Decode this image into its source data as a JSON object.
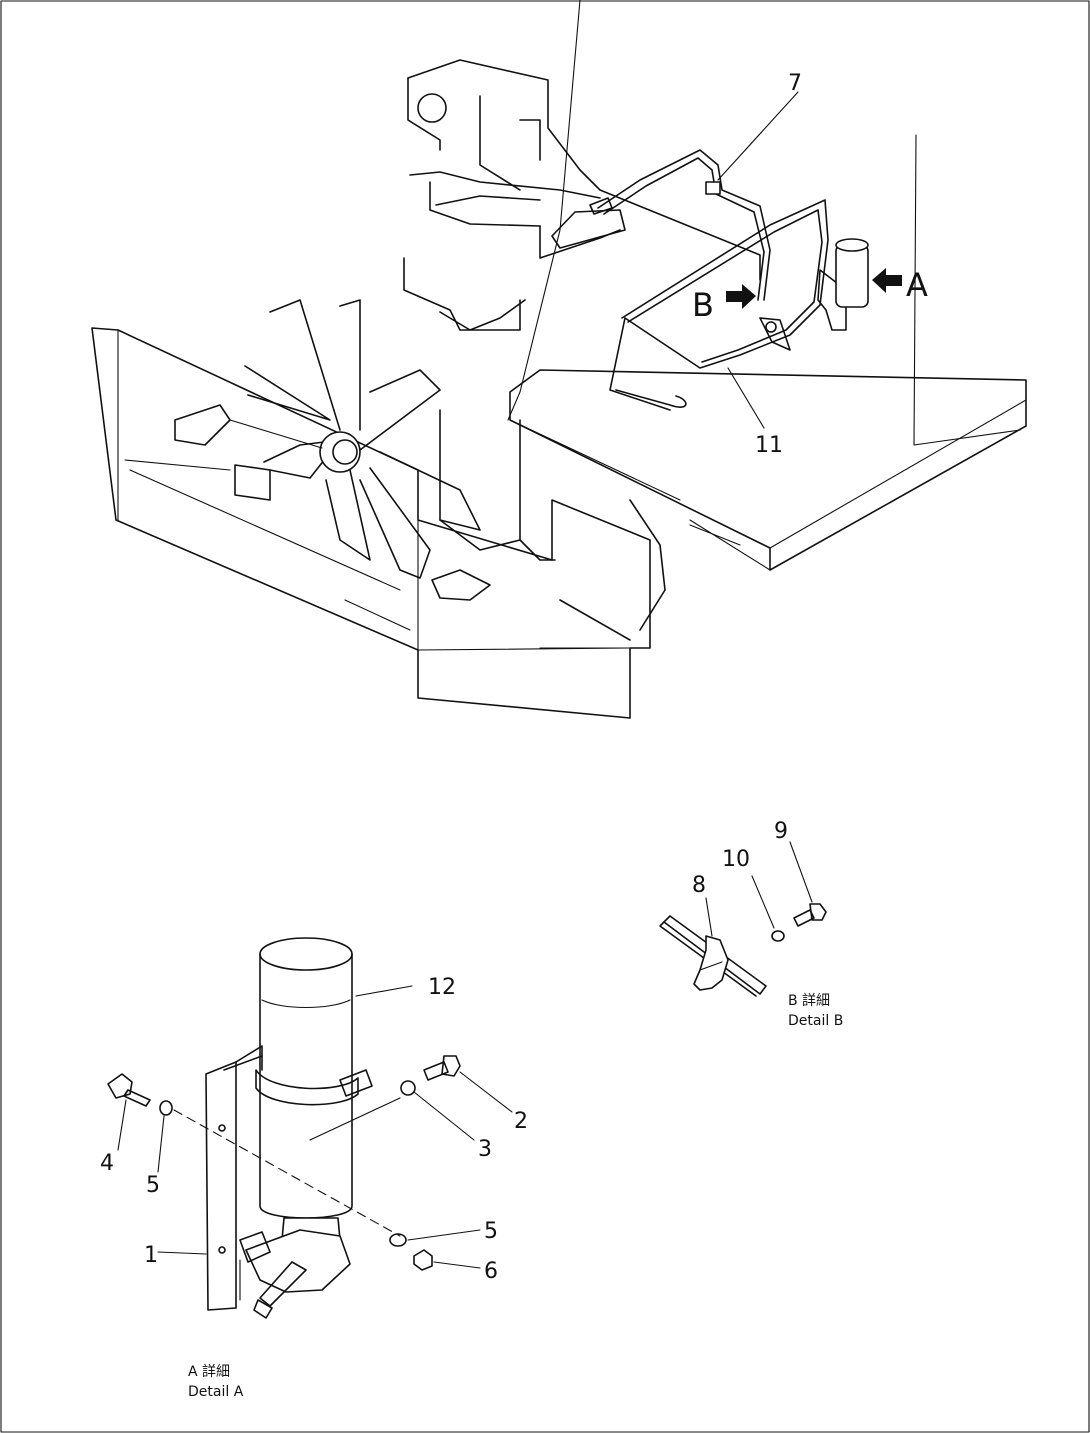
{
  "callouts": {
    "part_1": "1",
    "part_2": "2",
    "part_3": "3",
    "part_4": "4",
    "part_5_left": "5",
    "part_5_right": "5",
    "part_6": "6",
    "part_7": "7",
    "part_8": "8",
    "part_9": "9",
    "part_10": "10",
    "part_11": "11",
    "part_12": "12"
  },
  "view_markers": {
    "view_a": "A",
    "view_b": "B"
  },
  "details": {
    "detail_a_jp": "A 詳細",
    "detail_a_en": "Detail A",
    "detail_b_jp": "B 詳細",
    "detail_b_en": "Detail B"
  }
}
